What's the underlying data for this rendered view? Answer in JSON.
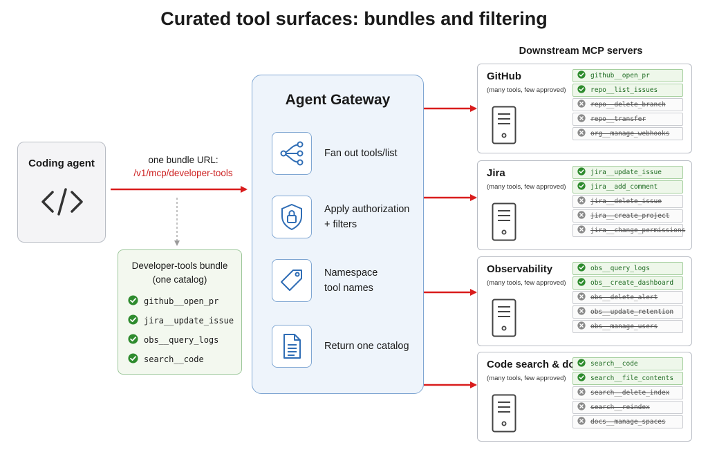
{
  "title": "Curated tool surfaces: bundles and filtering",
  "downstream_title": "Downstream MCP servers",
  "agent": {
    "label": "Coding agent",
    "icon": "code-brackets-icon"
  },
  "bundle_url": {
    "label": "one bundle URL:",
    "path": "/v1/mcp/developer-tools"
  },
  "bundle": {
    "title_line1": "Developer-tools bundle",
    "title_line2": "(one catalog)",
    "tools": [
      "github__open_pr",
      "jira__update_issue",
      "obs__query_logs",
      "search__code"
    ]
  },
  "gateway": {
    "title": "Agent Gateway",
    "steps": [
      {
        "label": "Fan out tools/list",
        "icon": "fan-out-icon"
      },
      {
        "label": "Apply authorization\n+ filters",
        "icon": "shield-lock-icon"
      },
      {
        "label": "Namespace\ntool names",
        "icon": "tag-icon"
      },
      {
        "label": "Return one catalog",
        "icon": "document-icon"
      }
    ]
  },
  "servers": [
    {
      "name": "GitHub",
      "subtitle": "(many tools, few approved)",
      "tools": [
        {
          "name": "github__open_pr",
          "approved": true
        },
        {
          "name": "repo__list_issues",
          "approved": true
        },
        {
          "name": "repo__delete_branch",
          "approved": false
        },
        {
          "name": "repo__transfer",
          "approved": false
        },
        {
          "name": "org__manage_webhooks",
          "approved": false
        }
      ]
    },
    {
      "name": "Jira",
      "subtitle": "(many tools, few approved)",
      "tools": [
        {
          "name": "jira__update_issue",
          "approved": true
        },
        {
          "name": "jira__add_comment",
          "approved": true
        },
        {
          "name": "jira__delete_issue",
          "approved": false
        },
        {
          "name": "jira__create_project",
          "approved": false
        },
        {
          "name": "jira__change_permissions",
          "approved": false
        }
      ]
    },
    {
      "name": "Observability",
      "subtitle": "(many tools, few approved)",
      "tools": [
        {
          "name": "obs__query_logs",
          "approved": true
        },
        {
          "name": "obs__create_dashboard",
          "approved": true
        },
        {
          "name": "obs__delete_alert",
          "approved": false
        },
        {
          "name": "obs__update_retention",
          "approved": false
        },
        {
          "name": "obs__manage_users",
          "approved": false
        }
      ]
    },
    {
      "name": "Code search & docs",
      "subtitle": "(many tools, few approved)",
      "tools": [
        {
          "name": "search__code",
          "approved": true
        },
        {
          "name": "search__file_contents",
          "approved": true
        },
        {
          "name": "search__delete_index",
          "approved": false
        },
        {
          "name": "search__reindex",
          "approved": false
        },
        {
          "name": "docs__manage_spaces",
          "approved": false
        }
      ]
    }
  ],
  "colors": {
    "arrow": "#d91c1c",
    "approved": "#2e8b2e",
    "rejected": "#8a8a8a",
    "gateway_border": "#7fa6d2",
    "icon_blue": "#2f6db5"
  }
}
